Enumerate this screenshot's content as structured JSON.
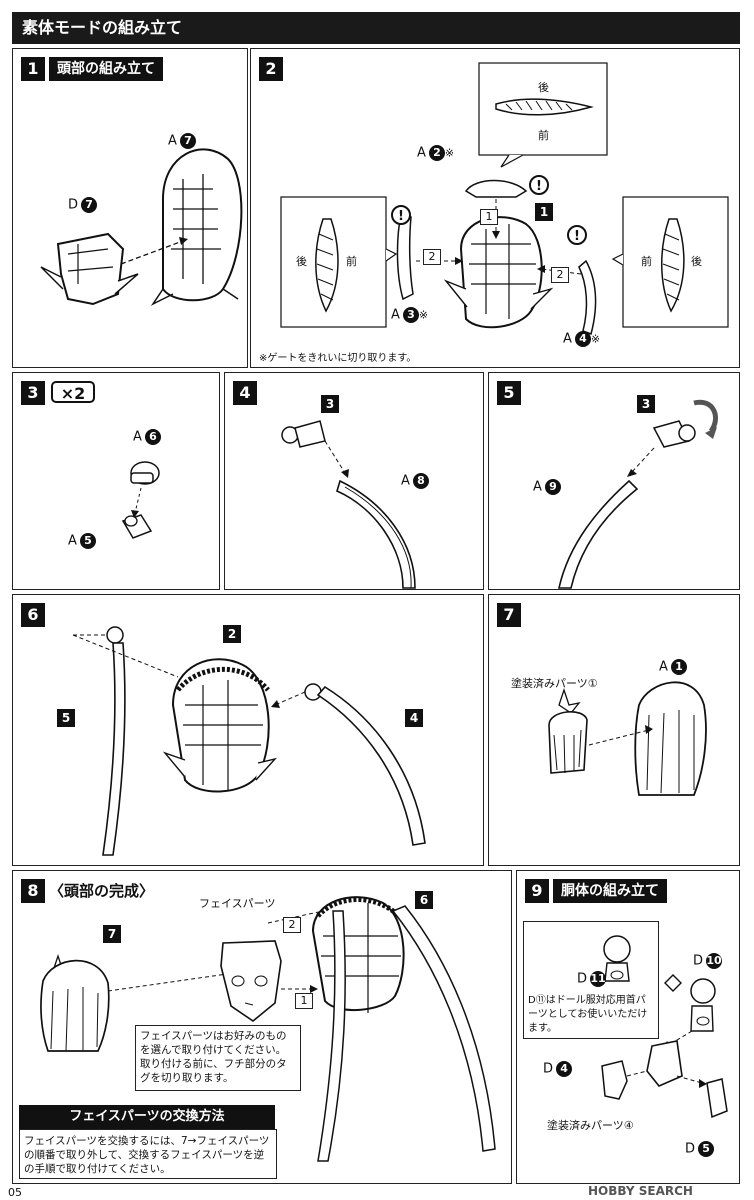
{
  "header": {
    "title": "素体モードの組み立て"
  },
  "s1": {
    "num": "1",
    "title": "頭部の組み立て",
    "a7": "A",
    "a7n": "7",
    "d7": "D",
    "d7n": "7"
  },
  "s2": {
    "num": "2",
    "a2": "A",
    "a2n": "2",
    "a3": "A",
    "a3n": "3",
    "a4": "A",
    "a4n": "4",
    "mark": "※",
    "step1": "1",
    "tag1": "1",
    "tag2": "2",
    "back": "後",
    "front": "前",
    "note": "※ゲートをきれいに切り取ります。"
  },
  "s3": {
    "num": "3",
    "x2": "×2",
    "a6": "A",
    "a6n": "6",
    "a5": "A",
    "a5n": "5"
  },
  "s4": {
    "num": "4",
    "ref3": "3",
    "a8": "A",
    "a8n": "8"
  },
  "s5": {
    "num": "5",
    "ref3": "3",
    "a9": "A",
    "a9n": "9"
  },
  "s6": {
    "num": "6",
    "ref2": "2",
    "ref5": "5",
    "ref4": "4"
  },
  "s7": {
    "num": "7",
    "a1": "A",
    "a1n": "1",
    "painted": "塗装済みパーツ①"
  },
  "s8": {
    "num": "8",
    "title": "〈頭部の完成〉",
    "ref7": "7",
    "ref6": "6",
    "face": "フェイスパーツ",
    "tag1": "1",
    "tag2": "2",
    "note": "フェイスパーツはお好みのものを選んで取り付けてください。取り付ける前に、フチ部分のタグを切り取ります。",
    "exch_title": "フェイスパーツの交換方法",
    "exch_text": "フェイスパーツを交換するには、7→フェイスパーツの順番で取り外して、交換するフェイスパーツを逆の手順で取り付けてください。"
  },
  "s9": {
    "num": "9",
    "title": "胴体の組み立て",
    "d11": "D",
    "d11n": "11",
    "d10": "D",
    "d10n": "10",
    "d4": "D",
    "d4n": "4",
    "d5": "D",
    "d5n": "5",
    "note": "D⑪はドール服対応用首パーツとしてお使いいただけます。",
    "painted": "塗装済みパーツ④"
  },
  "footer": {
    "page": "05",
    "watermark": "HOBBY SEARCH"
  }
}
